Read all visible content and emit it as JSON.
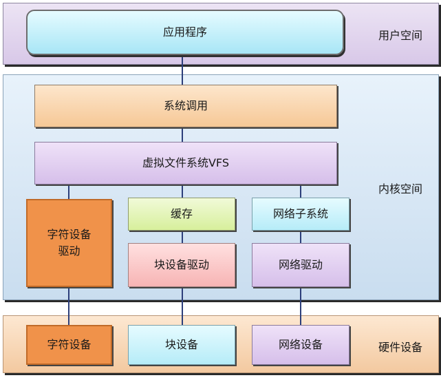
{
  "layers": {
    "user": {
      "label": "用户空间"
    },
    "kernel": {
      "label": "内核空间"
    },
    "hardware": {
      "label": "硬件设备"
    }
  },
  "nodes": {
    "app": "应用程序",
    "syscall": "系统调用",
    "vfs": "虚拟文件系统VFS",
    "char_driver": "字符设备\n驱动",
    "cache": "缓存",
    "net_subsystem": "网络子系统",
    "block_driver": "块设备驱动",
    "net_driver": "网络驱动",
    "char_device": "字符设备",
    "block_device": "块设备",
    "net_device": "网络设备"
  },
  "colors": {
    "connector": "#2c3e7a",
    "char_accent": "#f0924a"
  }
}
